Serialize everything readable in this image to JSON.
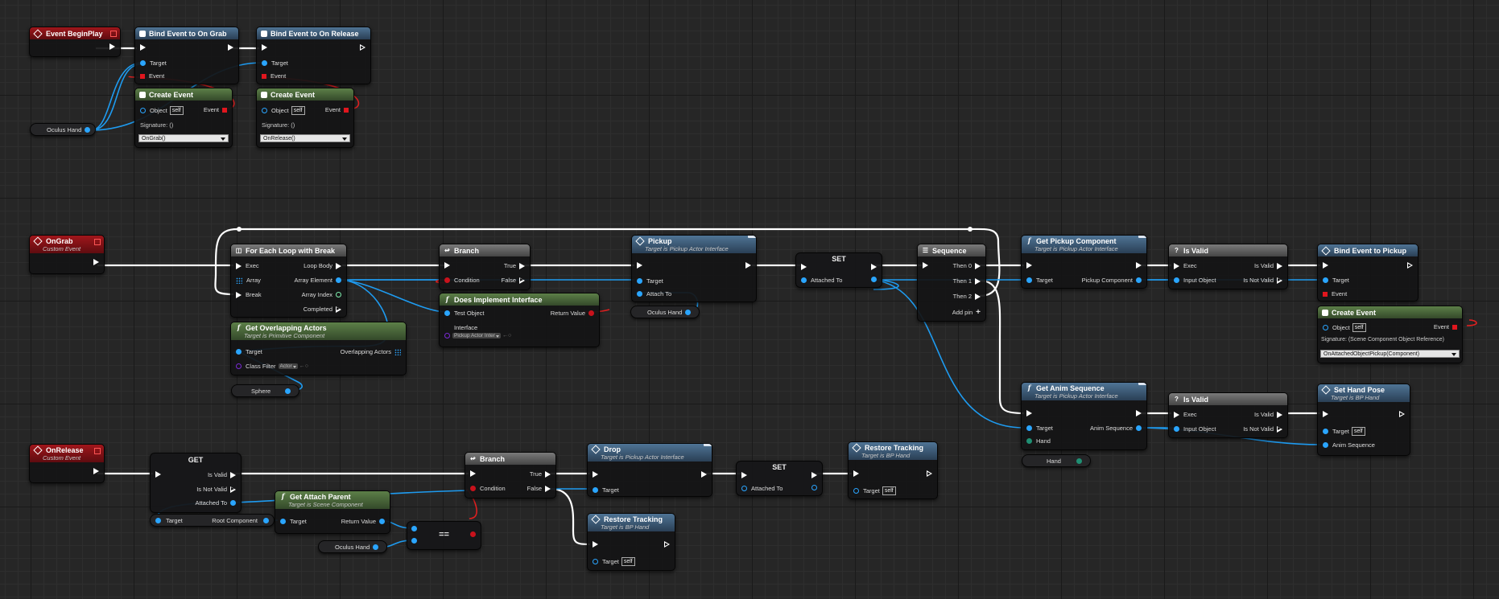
{
  "beginplay": {
    "title": "Event BeginPlay"
  },
  "bind_grab": {
    "title": "Bind Event to On Grab",
    "target": "Target",
    "event": "Event"
  },
  "bind_release": {
    "title": "Bind Event to On Release",
    "target": "Target",
    "event": "Event"
  },
  "create_event_1": {
    "title": "Create Event",
    "object": "Object",
    "self": "self",
    "event": "Event",
    "signature": "Signature: ()",
    "dropdown": "OnGrab()"
  },
  "create_event_2": {
    "title": "Create Event",
    "object": "Object",
    "self": "self",
    "event": "Event",
    "signature": "Signature: ()",
    "dropdown": "OnRelease()"
  },
  "oculus_hand_1": "Oculus Hand",
  "ongrab": {
    "title": "OnGrab",
    "sub": "Custom Event"
  },
  "foreach": {
    "title": "For Each Loop with Break",
    "exec": "Exec",
    "array": "Array",
    "break": "Break",
    "loop_body": "Loop Body",
    "array_element": "Array Element",
    "array_index": "Array Index",
    "completed": "Completed"
  },
  "overlap": {
    "title": "Get Overlapping Actors",
    "sub": "Target is Primitive Component",
    "target": "Target",
    "class_filter": "Class Filter",
    "class_value": "Actor",
    "overlapping": "Overlapping Actors"
  },
  "sphere": "Sphere",
  "branch_1": {
    "title": "Branch",
    "condition": "Condition",
    "true": "True",
    "false": "False"
  },
  "implements": {
    "title": "Does Implement Interface",
    "test_object": "Test Object",
    "interface": "Interface",
    "interface_value": "Pickup Actor Inter",
    "return_value": "Return Value"
  },
  "pickup": {
    "title": "Pickup",
    "sub": "Target is Pickup Actor Interface",
    "target": "Target",
    "attach_to": "Attach To"
  },
  "oculus_hand_2": "Oculus Hand",
  "set_1": {
    "title": "SET",
    "attached_to": "Attached To"
  },
  "sequence": {
    "title": "Sequence",
    "then0": "Then 0",
    "then1": "Then 1",
    "then2": "Then 2",
    "add_pin": "Add pin"
  },
  "get_pickup": {
    "title": "Get Pickup Component",
    "sub": "Target is Pickup Actor Interface",
    "target": "Target",
    "pickup_component": "Pickup Component"
  },
  "isvalid_1": {
    "title": "Is Valid",
    "exec": "Exec",
    "input_object": "Input Object",
    "is_valid": "Is Valid",
    "is_not_valid": "Is Not Valid"
  },
  "bind_pickup": {
    "title": "Bind Event to Pickup",
    "target": "Target",
    "event": "Event"
  },
  "create_event_3": {
    "title": "Create Event",
    "object": "Object",
    "self": "self",
    "event": "Event",
    "signature": "Signature: (Scene Component Object Reference)",
    "dropdown": "OnAttachedObjectPickup(Component)"
  },
  "get_anim": {
    "title": "Get Anim Sequence",
    "sub": "Target is Pickup Actor Interface",
    "target": "Target",
    "hand": "Hand",
    "anim_sequence": "Anim Sequence"
  },
  "hand_var": "Hand",
  "isvalid_2": {
    "title": "Is Valid",
    "exec": "Exec",
    "input_object": "Input Object",
    "is_valid": "Is Valid",
    "is_not_valid": "Is Not Valid"
  },
  "set_hand_pose": {
    "title": "Set Hand Pose",
    "sub": "Target is BP Hand",
    "target": "Target",
    "self": "self",
    "anim_sequence": "Anim Sequence"
  },
  "onrelease": {
    "title": "OnRelease",
    "sub": "Custom Event"
  },
  "get": {
    "title": "GET",
    "is_valid": "Is Valid",
    "is_not_valid": "Is Not Valid",
    "attached_to": "Attached To"
  },
  "root_component": {
    "target": "Target",
    "label": "Root Component"
  },
  "attach_parent": {
    "title": "Get Attach Parent",
    "sub": "Target is Scene Component",
    "target": "Target",
    "return_value": "Return Value"
  },
  "equal": {
    "title": "=="
  },
  "oculus_hand_3": "Oculus Hand",
  "branch_2": {
    "title": "Branch",
    "condition": "Condition",
    "true": "True",
    "false": "False"
  },
  "drop": {
    "title": "Drop",
    "sub": "Target is Pickup Actor Interface",
    "target": "Target"
  },
  "set_2": {
    "title": "SET",
    "attached_to": "Attached To"
  },
  "restore_1": {
    "title": "Restore Tracking",
    "sub": "Target is BP Hand",
    "target": "Target",
    "self": "self"
  },
  "restore_2": {
    "title": "Restore Tracking",
    "sub": "Target is BP Hand",
    "target": "Target",
    "self": "self"
  },
  "colors": {
    "exec_wire": "#ffffff",
    "object_wire": "#1e9bf0",
    "delegate_wire": "#e02020",
    "event_header": "#a0161b",
    "function_header": "#4f7495",
    "pure_header": "#5c7f48"
  }
}
